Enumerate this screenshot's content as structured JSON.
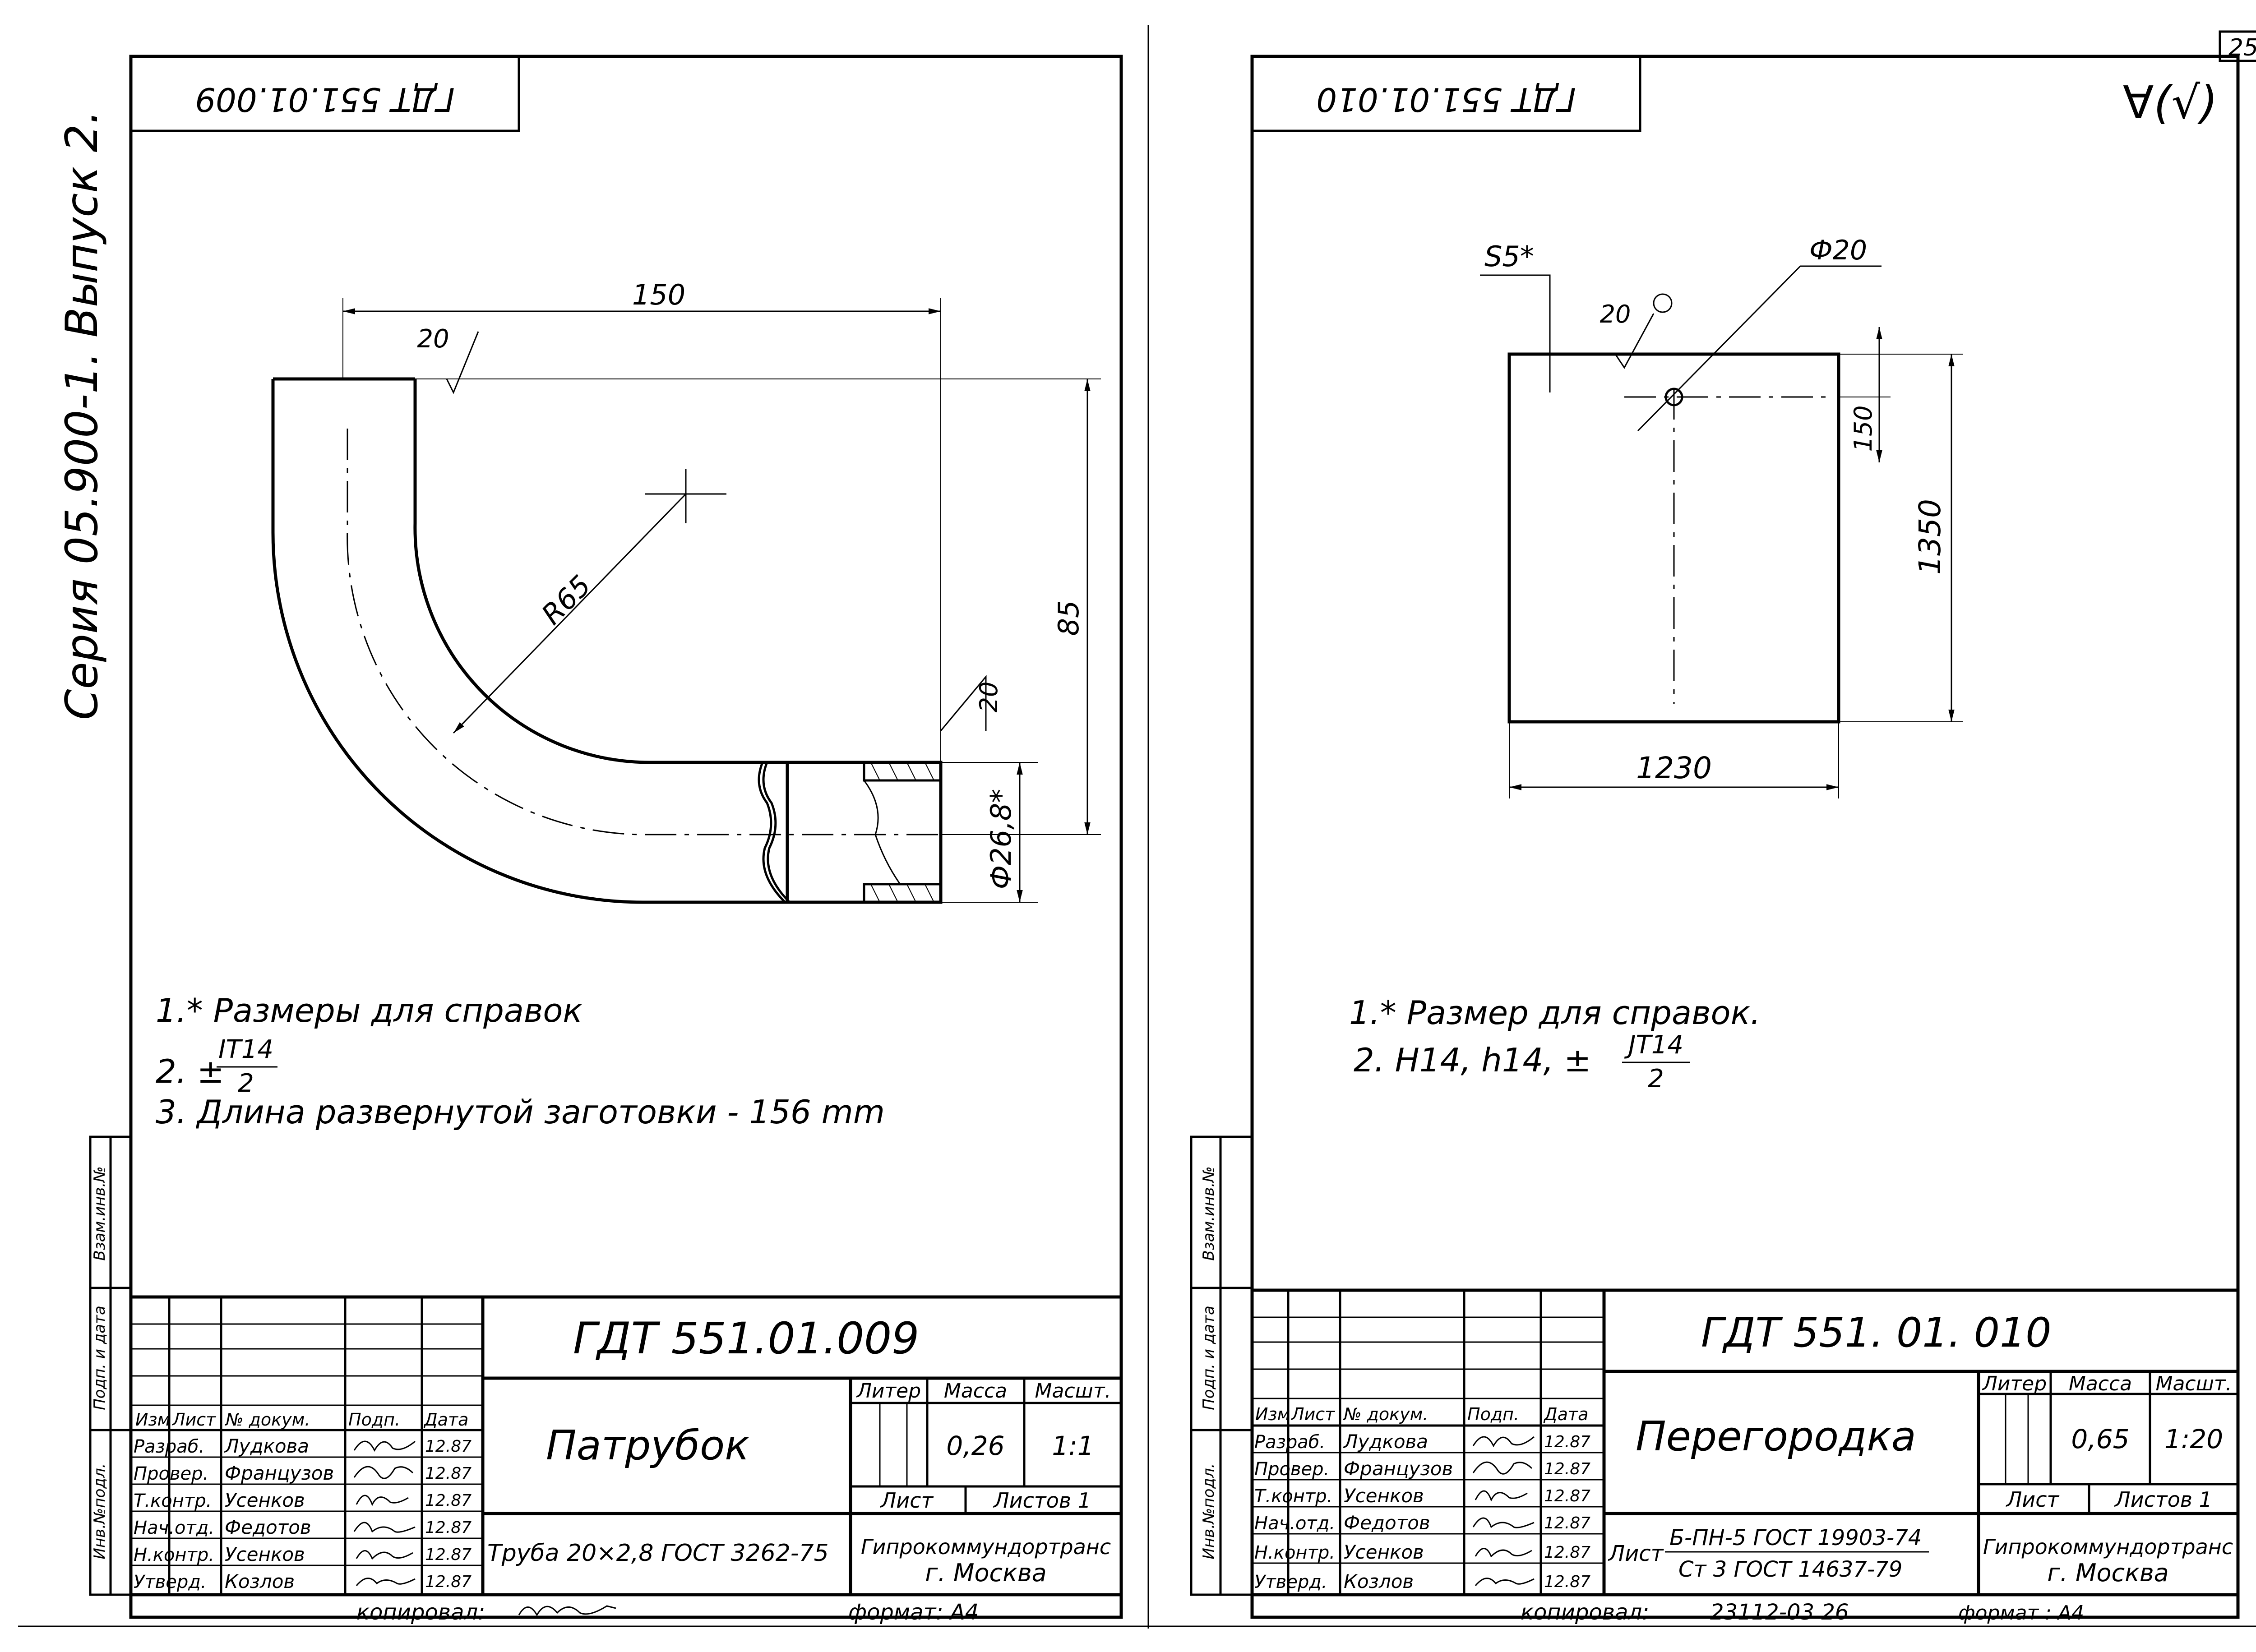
{
  "page_number": "25",
  "left": {
    "code_stamp": "ГДТ 551.01.009",
    "series_text": "Серия 05.900-1. Выпуск 2.",
    "dimensions": {
      "width": "150",
      "height": "85",
      "radius": "R65",
      "diameter": "Ф26,8*",
      "roughness_top": "20",
      "roughness_right": "20"
    },
    "notes": [
      "1.* Размеры для справок",
      "2. ±",
      "3. Длина развернутой заготовки - 156 mm"
    ],
    "tolerance_num": "IT14",
    "tolerance_den": "2",
    "side_labels": [
      "Инв.№подл.",
      "Подп. и дата",
      "Взам.инв.№"
    ],
    "title_block": {
      "doc_code": "ГДТ 551.01.009",
      "name": "Патрубок",
      "material": "Труба 20×2,8 ГОСТ 3262-75",
      "col_headers": [
        "Изм",
        "Лист",
        "№ докум.",
        "Подп.",
        "Дата"
      ],
      "roles": [
        "Разраб.",
        "Провер.",
        "Т.контр.",
        "Нач.отд.",
        "Н.контр.",
        "Утверд."
      ],
      "names": [
        "Лудкова",
        "Французов",
        "Усенков",
        "Федотов",
        "Усенков",
        "Козлов"
      ],
      "dates": [
        "12.87",
        "12.87",
        "12.87",
        "12.87",
        "12.87",
        "12.87"
      ],
      "liter_label": "Литер",
      "mass_label": "Масса",
      "scale_label": "Масшт.",
      "mass": "0,26",
      "scale": "1:1",
      "sheet_label": "Лист",
      "sheets_label": "Листов 1",
      "org": "Гипрокоммундортранс",
      "city": "г. Москва",
      "copied": "копировал:",
      "format": "формат: А4"
    }
  },
  "right": {
    "code_stamp": "ГДТ 551.01.010",
    "roughness_symbol": "∀(√)",
    "dimensions": {
      "width": "1230",
      "height": "1350",
      "offset": "150",
      "hole": "Ф20",
      "thickness": "S5*",
      "roughness": "20"
    },
    "notes": [
      "1.* Размер для справок.",
      "2. H14, h14, ±"
    ],
    "tolerance_num": "JT14",
    "tolerance_den": "2",
    "side_labels": [
      "Инв.№подл.",
      "Подп. и дата",
      "Взам.инв.№"
    ],
    "title_block": {
      "doc_code": "ГДТ 551. 01. 010",
      "name": "Перегородка",
      "material_prefix": "Лист",
      "material_top": "Б-ПН-5 ГОСТ 19903-74",
      "material_bottom": "Ст 3  ГОСТ 14637-79",
      "col_headers": [
        "Изм",
        "Лист",
        "№ докум.",
        "Подп.",
        "Дата"
      ],
      "roles": [
        "Разраб.",
        "Провер.",
        "Т.контр.",
        "Нач.отд.",
        "Н.контр.",
        "Утверд."
      ],
      "names": [
        "Лудкова",
        "Французов",
        "Усенков",
        "Федотов",
        "Усенков",
        "Козлов"
      ],
      "dates": [
        "12.87",
        "12.87",
        "12.87",
        "12.87",
        "12.87",
        "12.87"
      ],
      "liter_label": "Литер",
      "mass_label": "Масса",
      "scale_label": "Масшт.",
      "mass": "0,65",
      "scale": "1:20",
      "sheet_label": "Лист",
      "sheets_label": "Листов 1",
      "org": "Гипрокоммундортранс",
      "city": "г. Москва",
      "copied": "копировал:",
      "copy_number": "23112-03   26",
      "format": "формат : А4"
    }
  }
}
